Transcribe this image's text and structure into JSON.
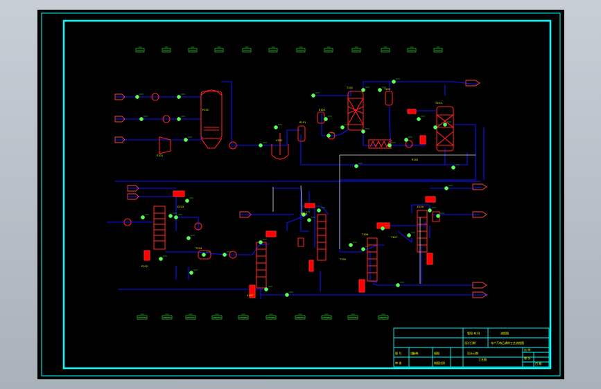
{
  "drawing": {
    "background_color": "#000000",
    "border_color": "#00ffff",
    "pipe_color": "#0000ff",
    "equipment_color": "#ff0000",
    "instrument_color": "#00ff00",
    "outline_color": "#ffffff",
    "title_block_color": "#00ffff",
    "text_color": "#ffff00"
  },
  "title_block": {
    "cells": [
      "管段 材  料",
      "流程图",
      "设计日期",
      "年产万吨乙烯的工艺流程图",
      "图 号",
      "张 共",
      "审 核",
      "制图比例",
      "设计人",
      "比 例",
      "工艺图",
      "描图",
      "版 次",
      "设计日期",
      "日 期"
    ]
  },
  "equipment_tags": [
    "P101",
    "E101",
    "V101",
    "R101",
    "T101",
    "E102",
    "T102",
    "R102",
    "T103",
    "E103",
    "P102",
    "T104",
    "V102",
    "E104",
    "T105",
    "T106",
    "T107",
    "E105"
  ]
}
